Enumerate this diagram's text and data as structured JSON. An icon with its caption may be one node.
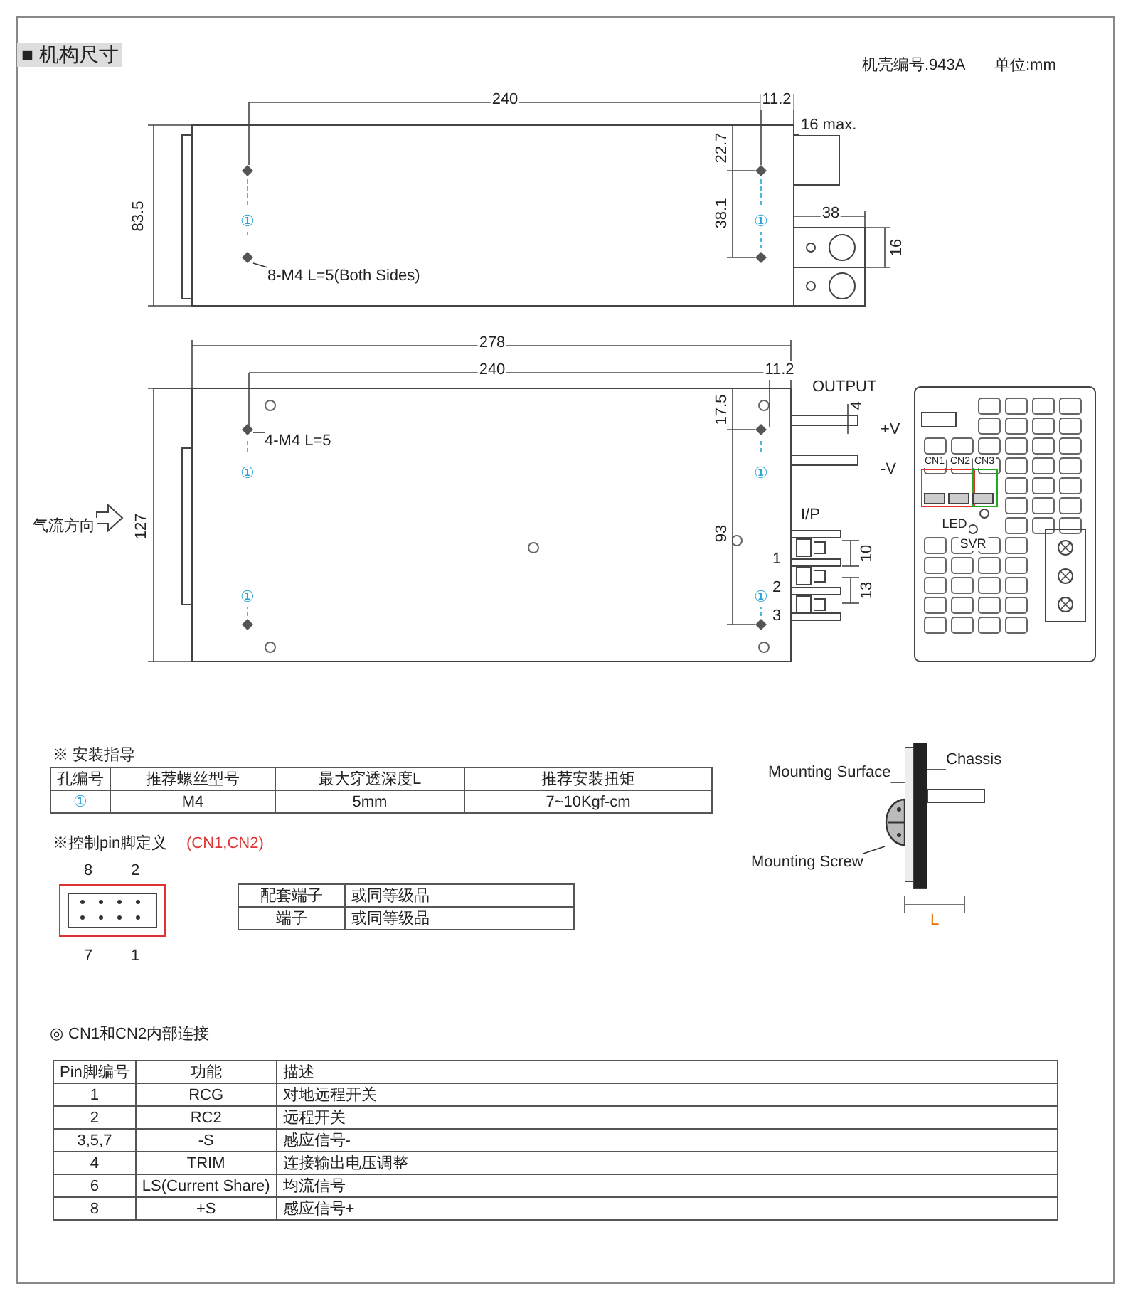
{
  "diagram": {
    "nodes": [
      {
        "text": [
          "8-M4 L=5(Both Sides)"
        ]
      },
      {
        "text": [],
        "shape": "diamond"
      },
      {
        "text": [
          "4-M4 L=5"
        ]
      },
      {
        "text": [],
        "shape": "diamond"
      },
      {
        "text": [
          "Mounting Surface"
        ]
      },
      {
        "text": [],
        "shape": "bar"
      },
      {
        "text": [
          "Chassis"
        ]
      },
      {
        "text": [],
        "shape": "bar"
      },
      {
        "text": [
          "Mounting Screw"
        ]
      },
      {
        "text": [],
        "shape": "picture"
      }
    ],
    "edges": [
      {
        "from": 0,
        "to": 1,
        "arrow": "none"
      },
      {
        "from": 2,
        "to": 3,
        "arrow": "none"
      },
      {
        "from": 4,
        "to": 5,
        "arrow": "none"
      },
      {
        "from": 6,
        "to": 7,
        "arrow": "none"
      },
      {
        "from": 8,
        "to": 9,
        "arrow": "none"
      }
    ],
    "labels": [
      "■ 机构尺寸",
      "机壳编号.943A",
      "单位:mm",
      "240",
      "11.2",
      "16 max.",
      "22.7",
      "83.5",
      "38.1",
      "38",
      "16",
      "①",
      "①",
      "278",
      "240",
      "11.2",
      "OUTPUT",
      "4",
      "+V",
      "-V",
      "17.5",
      "①",
      "①",
      "①",
      "①",
      "气流方向",
      "127",
      "93",
      "I/P",
      "1",
      "10",
      "2",
      "13",
      "3",
      "CN1",
      "CN2",
      "CN3",
      "LED",
      "SVR",
      "※ 安装指导",
      "孔编号",
      "推荐螺丝型号",
      "最大穿透深度L",
      "推荐安装扭矩",
      "①",
      "M4",
      "5mm",
      "7~10Kgf-cm",
      "L",
      "※控制pin脚定义",
      "(CN1,CN2)",
      "8",
      "2",
      "7",
      "1",
      "配套端子",
      "或同等级品",
      "端子",
      "或同等级品",
      "◎ CN1和CN2内部连接",
      "Pin脚编号",
      "功能",
      "描述",
      "1",
      "RCG",
      "对地远程开关",
      "2",
      "RC2",
      "远程开关",
      "3,5,7",
      "-S",
      "感应信号-",
      "4",
      "TRIM",
      "连接输出电压调整",
      "6",
      "LS(Current Share)",
      "均流信号",
      "8",
      "+S",
      "感应信号+"
    ]
  }
}
